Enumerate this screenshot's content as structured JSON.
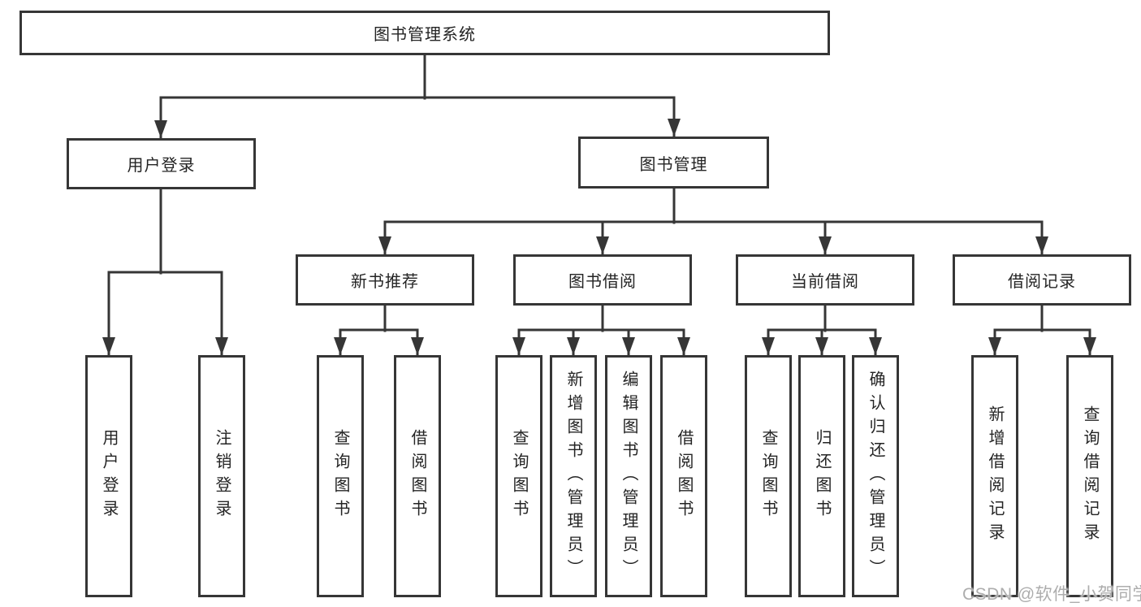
{
  "diagram": {
    "root": {
      "label": "图书管理系统"
    },
    "branches": [
      {
        "label": "用户登录",
        "children": [
          {
            "label": "用户登录"
          },
          {
            "label": "注销登录"
          }
        ]
      },
      {
        "label": "图书管理",
        "children": [
          {
            "label": "新书推荐",
            "children": [
              {
                "label": "查询图书"
              },
              {
                "label": "借阅图书"
              }
            ]
          },
          {
            "label": "图书借阅",
            "children": [
              {
                "label": "查询图书"
              },
              {
                "label": "新增图书（管理员）"
              },
              {
                "label": "编辑图书（管理员）"
              },
              {
                "label": "借阅图书"
              }
            ]
          },
          {
            "label": "当前借阅",
            "children": [
              {
                "label": "查询图书"
              },
              {
                "label": "归还图书"
              },
              {
                "label": "确认归还（管理员）"
              }
            ]
          },
          {
            "label": "借阅记录",
            "children": [
              {
                "label": "新增借阅记录"
              },
              {
                "label": "查询借阅记录"
              }
            ]
          }
        ]
      }
    ]
  },
  "watermark": {
    "text": "CSDN @软件_小贺同学"
  },
  "colors": {
    "line": "#363636",
    "box_border": "#363636",
    "text": "#242424",
    "background": "#ffffff",
    "watermark": "#adadad"
  }
}
